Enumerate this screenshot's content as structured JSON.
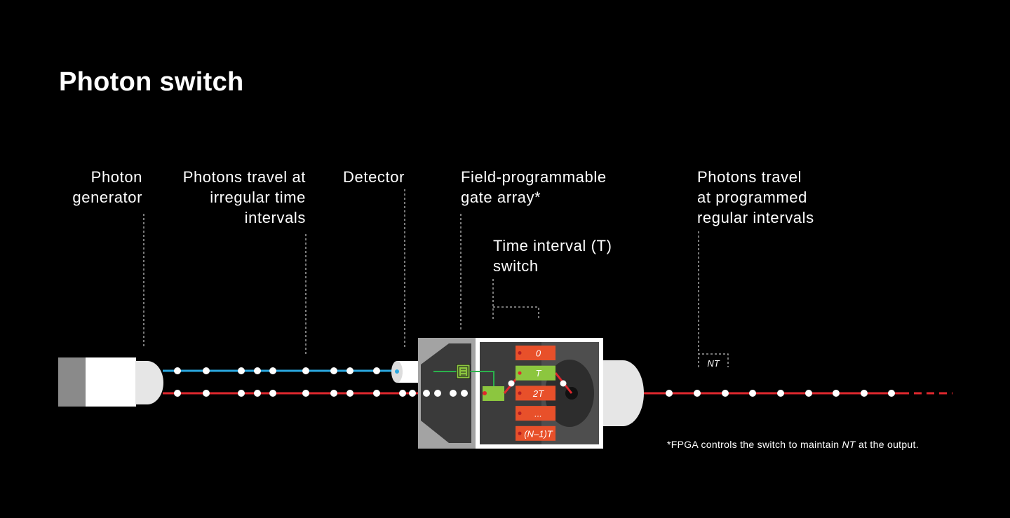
{
  "title": "Photon switch",
  "labels": {
    "photon_generator": [
      "Photon",
      "generator"
    ],
    "irregular": [
      "Photons travel at",
      "irregular time",
      "intervals"
    ],
    "detector": [
      "Detector"
    ],
    "fpga": [
      "Field-programmable",
      "gate array*"
    ],
    "time_switch": [
      "Time interval (T)",
      "switch"
    ],
    "regular": [
      "Photons travel",
      "at programmed",
      "regular intervals"
    ]
  },
  "nt_label": "NT",
  "switch_slots": [
    "0",
    "T",
    "2T",
    "...",
    "(N–1)T"
  ],
  "selected_slot": "T",
  "footnote": {
    "prefix": "*FPGA controls the switch to maintain ",
    "emph": "NT",
    "suffix": " at the output."
  },
  "colors": {
    "background": "#000000",
    "blue_beam": "#2aa8e0",
    "red_beam": "#e0282e",
    "slot_orange": "#e8502a",
    "slot_green": "#8cc63f"
  }
}
